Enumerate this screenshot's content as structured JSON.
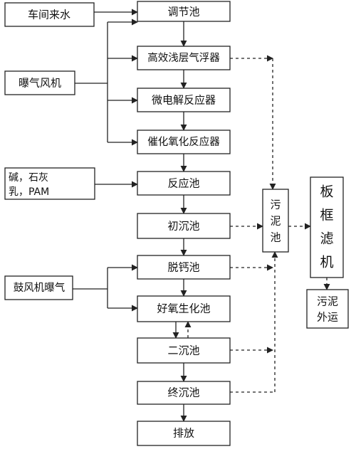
{
  "inputs": {
    "workshop_water": "车间来水",
    "aeration_fan": "曝气风机",
    "chemicals_line1": "碱，石灰",
    "chemicals_line2": "乳，PAM",
    "blower_aeration": "鼓风机曝气"
  },
  "process": {
    "regulating_tank": "调节池",
    "air_flotation": "高效浅层气浮器",
    "micro_electrolysis": "微电解反应器",
    "catalytic_oxidation": "催化氧化反应器",
    "reaction_tank": "反应池",
    "primary_settling": "初沉池",
    "decalcification": "脱钙池",
    "aerobic_tank": "好氧生化池",
    "secondary_settling": "二沉池",
    "final_settling": "终沉池",
    "discharge": "排放"
  },
  "sludge": {
    "sludge_tank": [
      "污",
      "泥",
      "池"
    ],
    "filter_press": [
      "板",
      "框",
      "滤",
      "机"
    ],
    "disposal_line1": "污泥",
    "disposal_line2": "外运"
  }
}
